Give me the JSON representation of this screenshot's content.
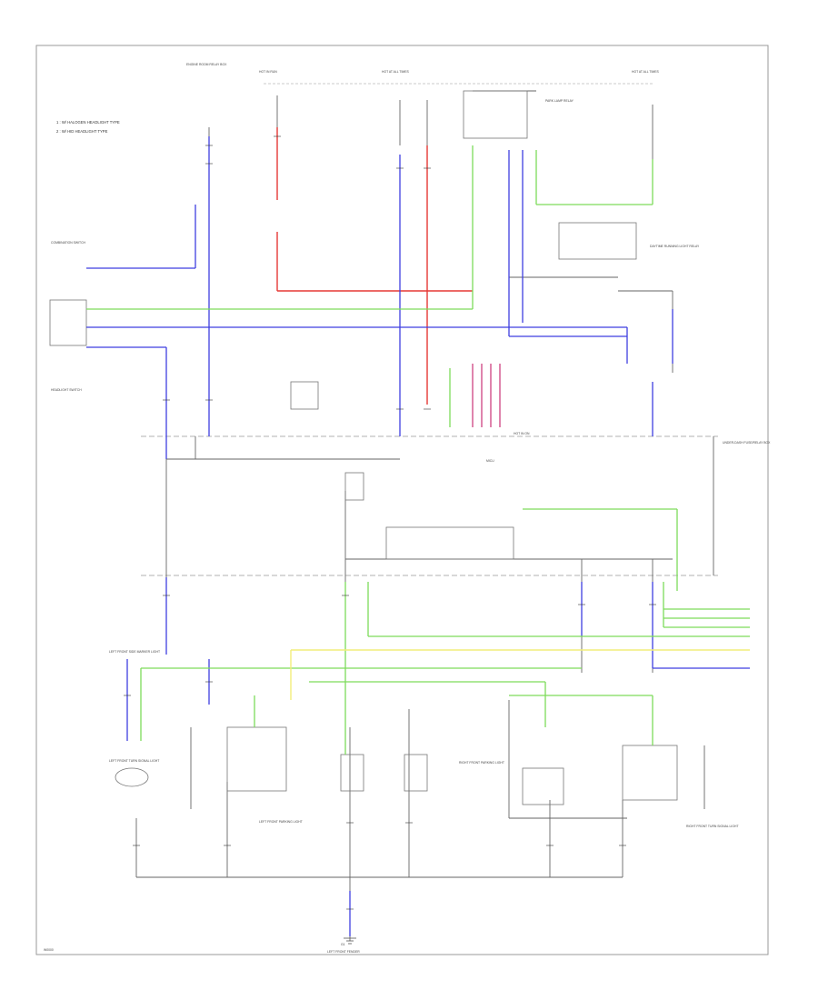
{
  "notes": {
    "line1": "1 : W/ HALOGEN HEADLIGHT TYPE",
    "line2": "2 : W/ HID HEADLIGHT TYPE"
  },
  "labels": {
    "engine_room_relay": "ENGINE ROOM RELAY BOX",
    "hot_in_run_start": "HOT IN RUN",
    "hot_at_all_times_1": "HOT AT ALL TIMES",
    "hot_at_all_times_2": "HOT AT ALL TIMES",
    "park_lamp_relay": "PARK LAMP RELAY",
    "daytime_running": "DAYTIME RUNNING LIGHT RELAY",
    "combination_switch": "COMBINATION SWITCH",
    "headlight_switch": "HEADLIGHT SWITCH",
    "under_dash_fuse": "UNDER-DASH FUSE/RELAY BOX",
    "mica": "MICU",
    "hot_in_start": "HOT IN ON",
    "left_front_turn": "LEFT FRONT TURN SIGNAL LIGHT",
    "right_front_turn": "RIGHT FRONT TURN SIGNAL LIGHT",
    "left_front_parking": "LEFT FRONT PARKING LIGHT",
    "right_front_parking": "RIGHT FRONT PARKING LIGHT",
    "left_front_side_marker": "LEFT FRONT SIDE MARKER LIGHT",
    "ground": "G1",
    "ground_label": "LEFT FRONT FENDER",
    "page_code": "W0000"
  },
  "colors": {
    "red": "#e53935",
    "blue": "#3f3fe0",
    "green": "#7ddc5a",
    "yellow": "#f2ee7a",
    "pink": "#d14f8a",
    "black": "#555555"
  }
}
